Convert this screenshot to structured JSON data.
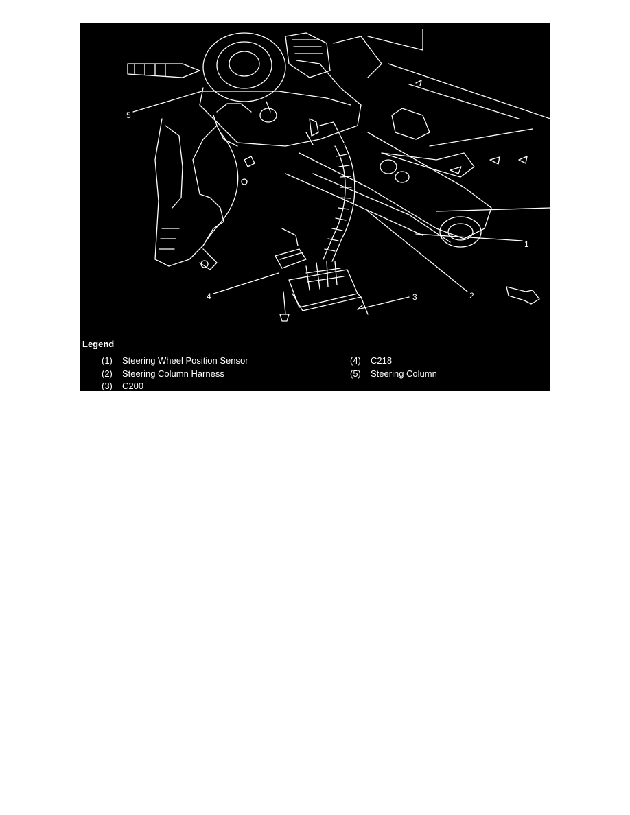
{
  "callouts": [
    "1",
    "2",
    "3",
    "4",
    "5"
  ],
  "legend": {
    "title": "Legend",
    "items": [
      {
        "num": "(1)",
        "label": "Steering Wheel Position Sensor"
      },
      {
        "num": "(2)",
        "label": "Steering Column Harness"
      },
      {
        "num": "(3)",
        "label": "C200"
      },
      {
        "num": "(4)",
        "label": "C218"
      },
      {
        "num": "(5)",
        "label": "Steering Column"
      }
    ]
  },
  "colors": {
    "background": "#000000",
    "lines": "#ffffff",
    "page": "#ffffff"
  }
}
